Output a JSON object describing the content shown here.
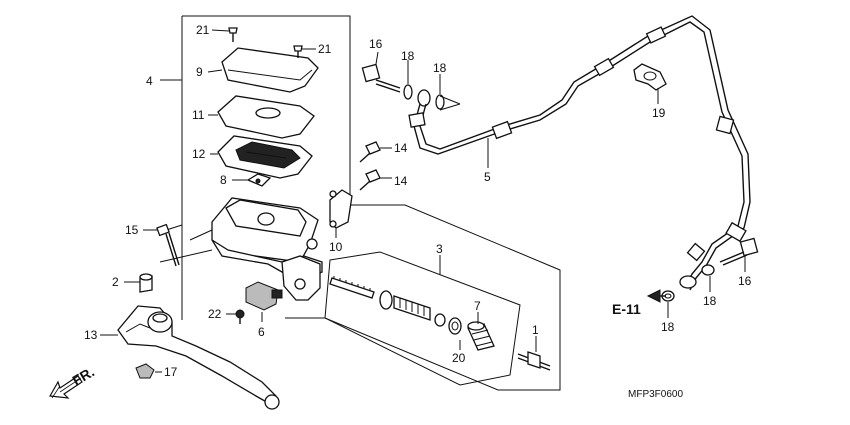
{
  "diagram": {
    "drawing_code": "MFP3F0600",
    "reference": "E-11",
    "direction_label": "FR.",
    "callouts": {
      "c1": "1",
      "c2": "2",
      "c3": "3",
      "c4": "4",
      "c5": "5",
      "c6": "6",
      "c7": "7",
      "c8": "8",
      "c9": "9",
      "c10": "10",
      "c11": "11",
      "c12": "12",
      "c13": "13",
      "c14a": "14",
      "c14b": "14",
      "c15": "15",
      "c16a": "16",
      "c16b": "16",
      "c17": "17",
      "c18a": "18",
      "c18b": "18",
      "c18c": "18",
      "c18d": "18",
      "c19": "19",
      "c20": "20",
      "c21a": "21",
      "c21b": "21",
      "c22": "22"
    }
  }
}
